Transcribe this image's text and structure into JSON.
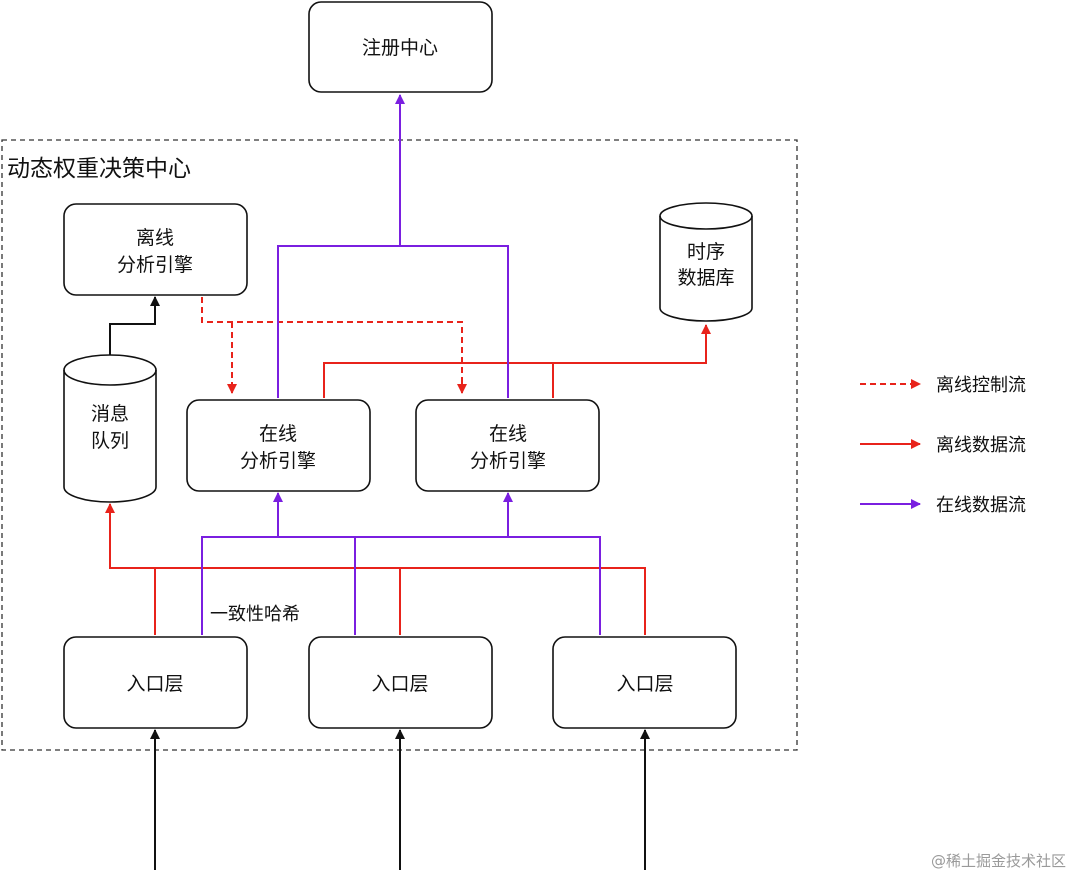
{
  "container": {
    "title": "动态权重决策中心"
  },
  "nodes": {
    "registry": {
      "label": "注册中心"
    },
    "offline_engine": {
      "lines": [
        "离线",
        "分析引擎"
      ]
    },
    "online_engine_1": {
      "lines": [
        "在线",
        "分析引擎"
      ]
    },
    "online_engine_2": {
      "lines": [
        "在线",
        "分析引擎"
      ]
    },
    "entry_1": {
      "label": "入口层"
    },
    "entry_2": {
      "label": "入口层"
    },
    "entry_3": {
      "label": "入口层"
    }
  },
  "cylinders": {
    "tsdb": {
      "lines": [
        "时序",
        "数据库"
      ]
    },
    "mq": {
      "lines": [
        "消息",
        "队列"
      ]
    }
  },
  "edge_labels": {
    "hash": "一致性哈希"
  },
  "legend": {
    "offline_control": "离线控制流",
    "offline_data": "离线数据流",
    "online_data": "在线数据流"
  },
  "colors": {
    "offline_control": "#e8231b",
    "offline_data": "#e8231b",
    "online_data": "#7a1fe0",
    "structure": "#111111"
  },
  "credit": "@稀土掘金技术社区"
}
